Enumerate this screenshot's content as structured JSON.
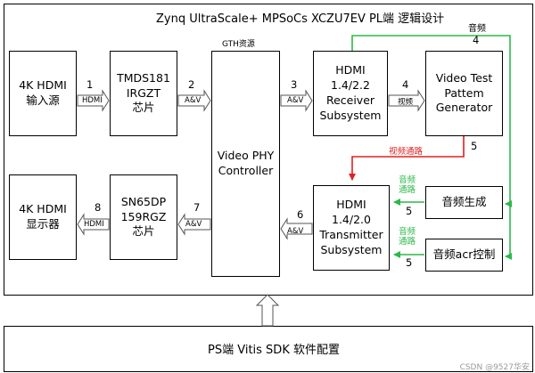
{
  "title": "Zynq UltraScale+ MPSoCs XCZU7EV PL端 逻辑设计",
  "gth_label": "GTH资源",
  "bottom_label": "PS端 Vitis SDK 软件配置",
  "watermark": "CSDN @9527华安",
  "blocks": {
    "hdmi_source": [
      "4K HDMI",
      "输入源"
    ],
    "tmds181": [
      "TMDS181",
      "IRGZT",
      "芯片"
    ],
    "video_phy": [
      "Video PHY",
      "Controller"
    ],
    "hdmi_rx": [
      "HDMI",
      "1.4/2.2",
      "Receiver",
      "Subsystem"
    ],
    "tpg": [
      "Video Test",
      "Pattem",
      "Generator"
    ],
    "hdmi_display": [
      "4K HDMI",
      "显示器"
    ],
    "sn65dp": [
      "SN65DP",
      "159RGZ",
      "芯片"
    ],
    "hdmi_tx": [
      "HDMI",
      "1.4/2.0",
      "Transmitter",
      "Subsystem"
    ],
    "audio_gen": [
      "音频生成"
    ],
    "audio_acr": [
      "音频acr控制"
    ]
  },
  "connections": [
    {
      "num": "1",
      "label": "HDMI"
    },
    {
      "num": "2",
      "label": "A&V"
    },
    {
      "num": "3",
      "label": "A&V"
    },
    {
      "num": "4",
      "label": "视频"
    },
    {
      "num": "4",
      "label": "音频"
    },
    {
      "num": "5",
      "label": "视频通路"
    },
    {
      "num": "5",
      "label": "音频\n通路"
    },
    {
      "num": "5",
      "label": "音频\n通路"
    },
    {
      "num": "6",
      "label": "A&V"
    },
    {
      "num": "7",
      "label": "A&V"
    },
    {
      "num": "8",
      "label": "HDMI"
    }
  ],
  "colors": {
    "line": "#000000",
    "audio": "#2db84a",
    "video_path": "#e02020",
    "watermark": "#9a9a9a"
  }
}
